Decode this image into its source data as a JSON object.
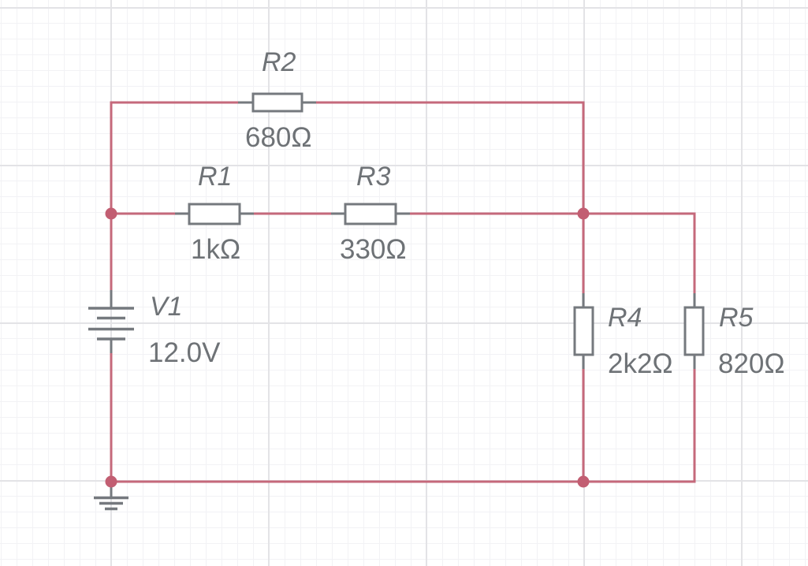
{
  "canvas": {
    "background_color": "#ffffff",
    "grid_minor_color": "#f2f2f5",
    "grid_major_color": "#e3e3e6",
    "wire_color": "#c5697b",
    "junction_dot_color": "#c25e72",
    "symbol_color": "#75797e",
    "label_color": "#6e7276"
  },
  "components": {
    "v1": {
      "type": "voltage-source",
      "designator": "V1",
      "value": "12.0V"
    },
    "r1": {
      "type": "resistor",
      "designator": "R1",
      "value": "1kΩ"
    },
    "r2": {
      "type": "resistor",
      "designator": "R2",
      "value": "680Ω"
    },
    "r3": {
      "type": "resistor",
      "designator": "R3",
      "value": "330Ω"
    },
    "r4": {
      "type": "resistor",
      "designator": "R4",
      "value": "2k2Ω"
    },
    "r5": {
      "type": "resistor",
      "designator": "R5",
      "value": "820Ω"
    },
    "gnd": {
      "type": "ground"
    }
  }
}
